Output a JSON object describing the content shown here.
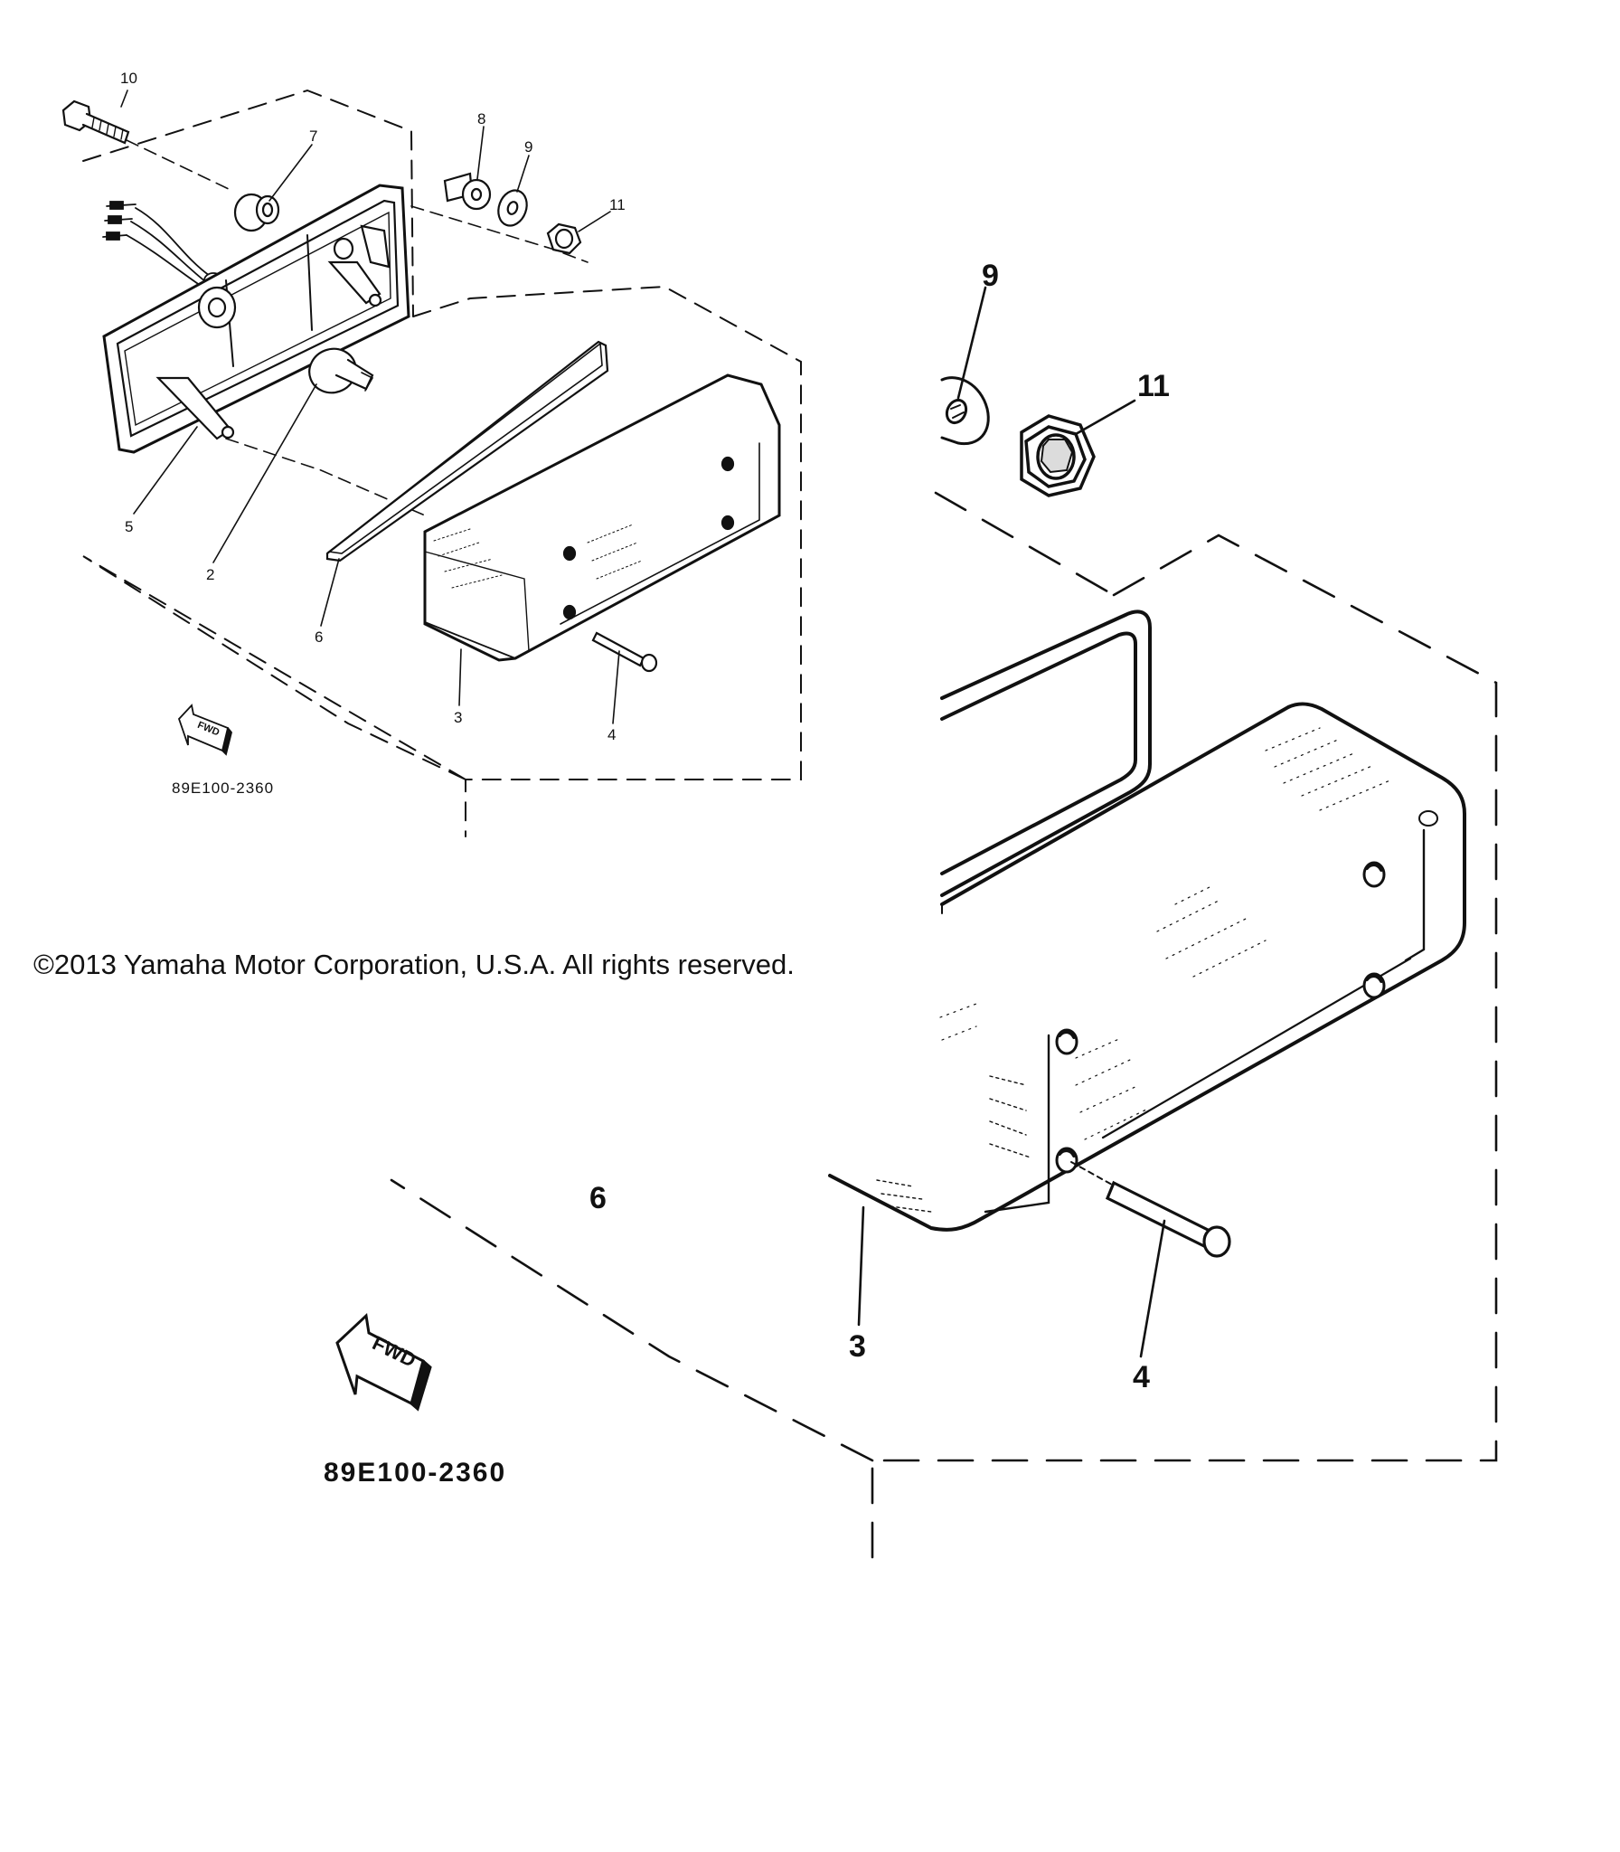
{
  "overview": {
    "callouts": {
      "c10": "10",
      "c7": "7",
      "c8": "8",
      "c9": "9",
      "c11": "11",
      "c5": "5",
      "c2": "2",
      "c6": "6",
      "c3": "3",
      "c4": "4"
    },
    "fwd_label": "FWD",
    "diagram_code": "89E100-2360"
  },
  "zoom": {
    "callouts": {
      "c9": "9",
      "c11": "11",
      "c6": "6",
      "c3": "3",
      "c4": "4"
    },
    "fwd_label": "FWD",
    "diagram_code": "89E100-2360"
  },
  "copyright": "©2013 Yamaha Motor Corporation, U.S.A. All rights reserved."
}
